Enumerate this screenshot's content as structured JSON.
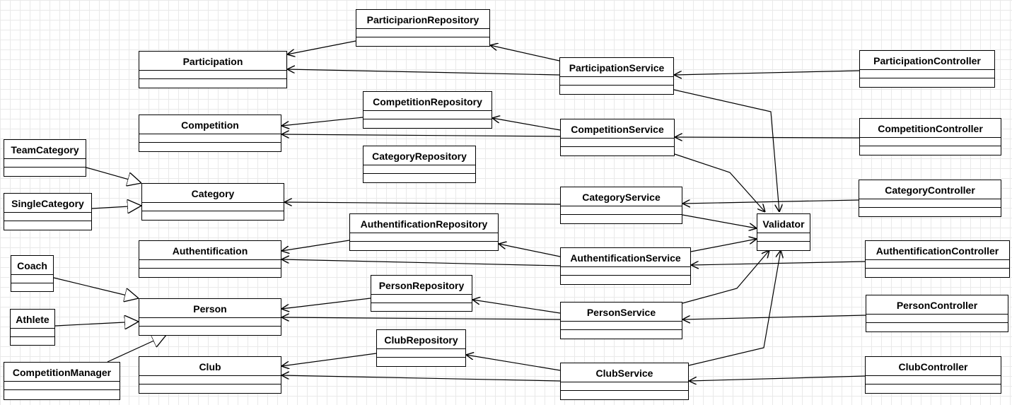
{
  "diagram": {
    "classes": {
      "participarion_repository": "ParticiparionRepository",
      "participation": "Participation",
      "participation_service": "ParticipationService",
      "participation_controller": "ParticipationController",
      "competition_repository": "CompetitionRepository",
      "competition": "Competition",
      "competition_service": "CompetitionService",
      "competition_controller": "CompetitionController",
      "team_category": "TeamCategory",
      "category_repository": "CategoryRepository",
      "single_category": "SingleCategory",
      "category": "Category",
      "category_service": "CategoryService",
      "category_controller": "CategoryController",
      "authentification_repository": "AuthentificationRepository",
      "validator": "Validator",
      "authentification": "Authentification",
      "authentification_service": "AuthentificationService",
      "authentification_controller": "AuthentificationController",
      "coach": "Coach",
      "person_repository": "PersonRepository",
      "person": "Person",
      "person_service": "PersonService",
      "person_controller": "PersonController",
      "athlete": "Athlete",
      "club_repository": "ClubRepository",
      "competition_manager": "CompetitionManager",
      "club": "Club",
      "club_service": "ClubService",
      "club_controller": "ClubController"
    }
  }
}
